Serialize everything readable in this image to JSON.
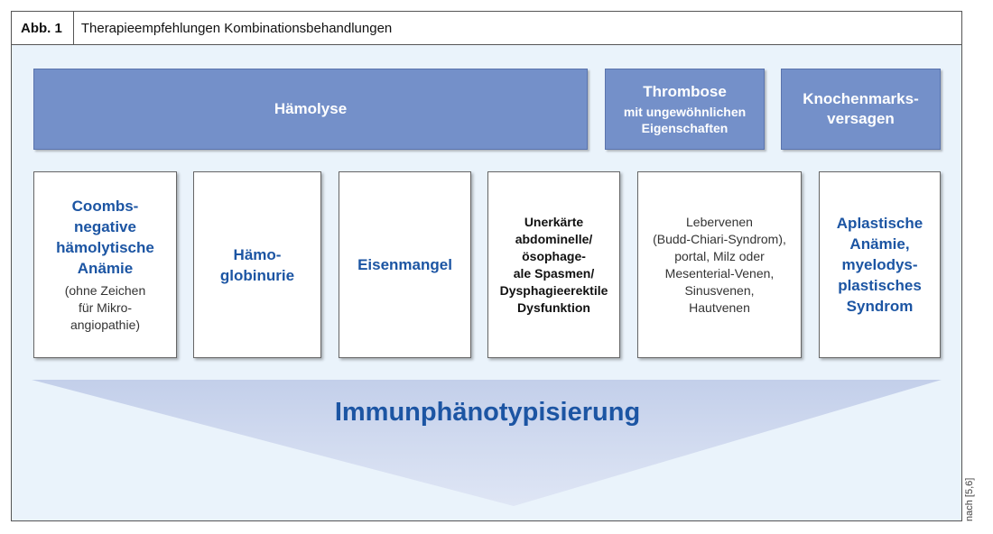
{
  "header": {
    "label": "Abb. 1",
    "title": "Therapieempfehlungen Kombinationsbehandlungen"
  },
  "top": {
    "haemolyse": "Hämolyse",
    "thrombose_title": "Thrombose",
    "thrombose_sub_1": "mit ungewöhnlichen",
    "thrombose_sub_2": "Eigenschaften",
    "knochen_1": "Knochenmarks-",
    "knochen_2": "versagen"
  },
  "cards": {
    "coombs": {
      "l1": "Coombs-",
      "l2": "negative",
      "l3": "hämolytische",
      "l4": "Anämie",
      "s1": "(ohne Zeichen",
      "s2": "für Mikro-",
      "s3": "angiopathie)"
    },
    "haemoglobinurie": {
      "l1": "Hämo-",
      "l2": "globinurie"
    },
    "eisenmangel": {
      "l1": "Eisenmangel"
    },
    "spasmen": {
      "l1": "Unerkärte",
      "l2": "abdominelle/",
      "l3": "ösophage-",
      "l4": "ale Spasmen/",
      "l5": "Dysphagieerektile",
      "l6": "Dysfunktion"
    },
    "venen": {
      "l1": "Lebervenen",
      "l2": "(Budd-Chiari-Syndrom),",
      "l3": "portal, Milz oder",
      "l4": "Mesenterial-Venen,",
      "l5": "Sinusvenen,",
      "l6": "Hautvenen"
    },
    "aplastisch": {
      "l1": "Aplastische",
      "l2": "Anämie,",
      "l3": "myelodys-",
      "l4": "plastisches",
      "l5": "Syndrom"
    }
  },
  "arrow_label": "Immunphänotypisierung",
  "source": "nach [5,6]",
  "colors": {
    "top_box": "#7490c9",
    "accent_text": "#1c55a3",
    "background": "#eaf3fb",
    "arrow": "#c9d3ec"
  }
}
